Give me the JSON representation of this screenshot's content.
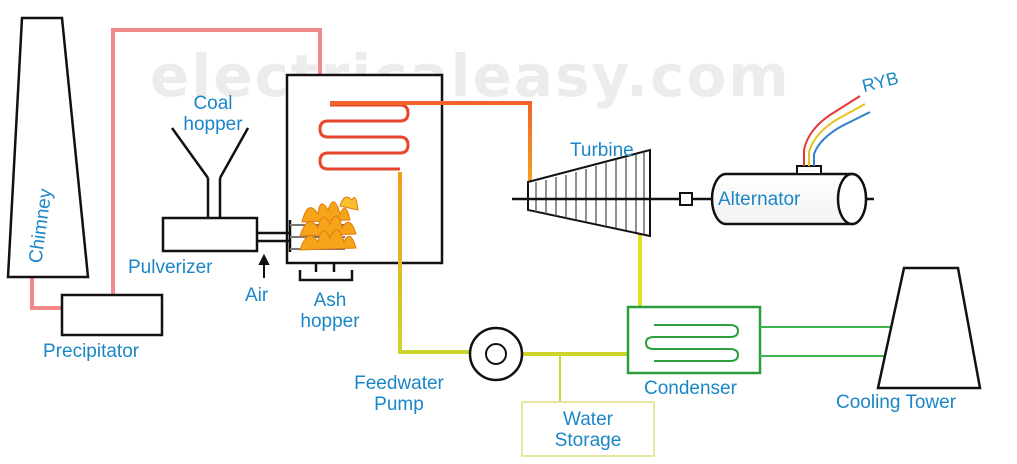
{
  "watermark": "electricaleasy.com",
  "labels": {
    "chimney": "Chimney",
    "coal_hopper_line1": "Coal",
    "coal_hopper_line2": "hopper",
    "pulverizer": "Pulverizer",
    "air": "Air",
    "ash_hopper_line1": "Ash",
    "ash_hopper_line2": "hopper",
    "precipitator": "Precipitator",
    "turbine": "Turbine",
    "alternator": "Alternator",
    "ryb": "RYB",
    "feedwater_line1": "Feedwater",
    "feedwater_line2": "Pump",
    "condenser": "Condenser",
    "water_storage_line1": "Water",
    "water_storage_line2": "Storage",
    "cooling_tower": "Cooling Tower"
  },
  "colors": {
    "label": "#1a86c7",
    "flue_pipe": "#f08a8a",
    "steam_pipe": "#f3911f",
    "feed_pipe": "#c9d62a",
    "cooling_pipe": "#3cb54a",
    "outline": "#111111",
    "coil": "#e8452b",
    "flame": "#f6a418"
  }
}
